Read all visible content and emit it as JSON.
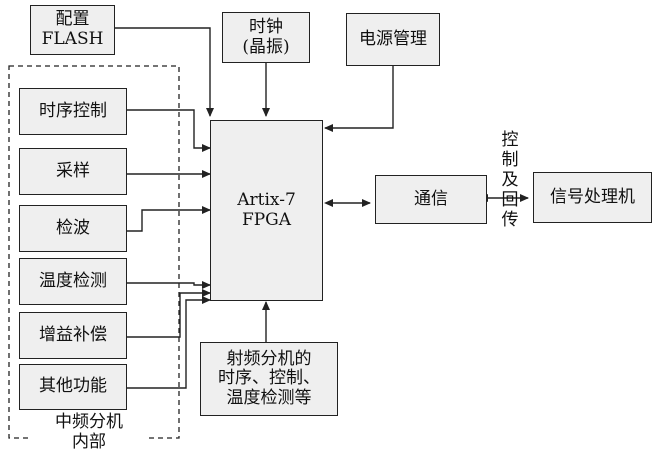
{
  "blocks": {
    "config_flash": "配置\nFLASH",
    "clock": "时钟\n(晶振)",
    "power": "电源管理",
    "timing": "时序控制",
    "sampling": "采样",
    "detection": "检波",
    "temperature": "温度检测",
    "gain": "增益补偿",
    "other": "其他功能",
    "fpga": "Artix-7\nFPGA",
    "comm": "通信",
    "signal_processor": "信号处理机",
    "rf_unit": "射频分机的\n时序、控制、\n温度检测等"
  },
  "labels": {
    "if_unit": "中频分机\n内部",
    "control_return": "控\n制\n及\n回\n传"
  },
  "colors": {
    "box_fill": "#efefef",
    "stroke": "#222222"
  }
}
